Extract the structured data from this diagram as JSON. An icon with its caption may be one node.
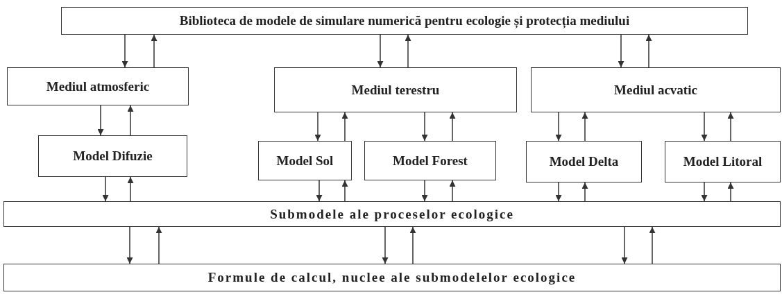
{
  "diagram": {
    "nodes": [
      {
        "text": [
          "Biblioteca de modele de simulare numerică pentru ecologie și protecția mediului"
        ]
      },
      {
        "text": [
          "Mediul atmosferic"
        ]
      },
      {
        "text": [
          "Mediul terestru"
        ]
      },
      {
        "text": [
          "Mediul acvatic"
        ]
      },
      {
        "text": [
          "Model Difuzie"
        ]
      },
      {
        "text": [
          "Model Sol"
        ]
      },
      {
        "text": [
          "Model Forest"
        ]
      },
      {
        "text": [
          "Model Delta"
        ]
      },
      {
        "text": [
          "Model Litoral"
        ]
      },
      {
        "text": [
          "Submodele ale proceselor ecologice"
        ]
      },
      {
        "text": [
          "Formule de calcul, nuclee ale submodelelor ecologice"
        ]
      }
    ],
    "edges": [
      {
        "from": 0,
        "to": 1,
        "arrow": "to"
      },
      {
        "from": 1,
        "to": 0,
        "arrow": "to"
      },
      {
        "from": 0,
        "to": 2,
        "arrow": "to"
      },
      {
        "from": 2,
        "to": 0,
        "arrow": "to"
      },
      {
        "from": 0,
        "to": 3,
        "arrow": "to"
      },
      {
        "from": 3,
        "to": 0,
        "arrow": "to"
      },
      {
        "from": 1,
        "to": 4,
        "arrow": "to"
      },
      {
        "from": 4,
        "to": 1,
        "arrow": "to"
      },
      {
        "from": 2,
        "to": 5,
        "arrow": "to"
      },
      {
        "from": 5,
        "to": 2,
        "arrow": "to"
      },
      {
        "from": 2,
        "to": 6,
        "arrow": "to"
      },
      {
        "from": 6,
        "to": 2,
        "arrow": "to"
      },
      {
        "from": 3,
        "to": 7,
        "arrow": "to"
      },
      {
        "from": 7,
        "to": 3,
        "arrow": "to"
      },
      {
        "from": 3,
        "to": 8,
        "arrow": "to"
      },
      {
        "from": 8,
        "to": 3,
        "arrow": "to"
      },
      {
        "from": 4,
        "to": 9,
        "arrow": "to"
      },
      {
        "from": 9,
        "to": 4,
        "arrow": "to"
      },
      {
        "from": 5,
        "to": 9,
        "arrow": "to"
      },
      {
        "from": 9,
        "to": 5,
        "arrow": "to"
      },
      {
        "from": 6,
        "to": 9,
        "arrow": "to"
      },
      {
        "from": 9,
        "to": 6,
        "arrow": "to"
      },
      {
        "from": 7,
        "to": 9,
        "arrow": "to"
      },
      {
        "from": 9,
        "to": 7,
        "arrow": "to"
      },
      {
        "from": 8,
        "to": 9,
        "arrow": "to"
      },
      {
        "from": 9,
        "to": 8,
        "arrow": "to"
      },
      {
        "from": 9,
        "to": 10,
        "arrow": "to"
      },
      {
        "from": 10,
        "to": 9,
        "arrow": "to"
      },
      {
        "from": 9,
        "to": 10,
        "arrow": "to"
      },
      {
        "from": 10,
        "to": 9,
        "arrow": "to"
      },
      {
        "from": 9,
        "to": 10,
        "arrow": "to"
      },
      {
        "from": 10,
        "to": 9,
        "arrow": "to"
      }
    ]
  }
}
